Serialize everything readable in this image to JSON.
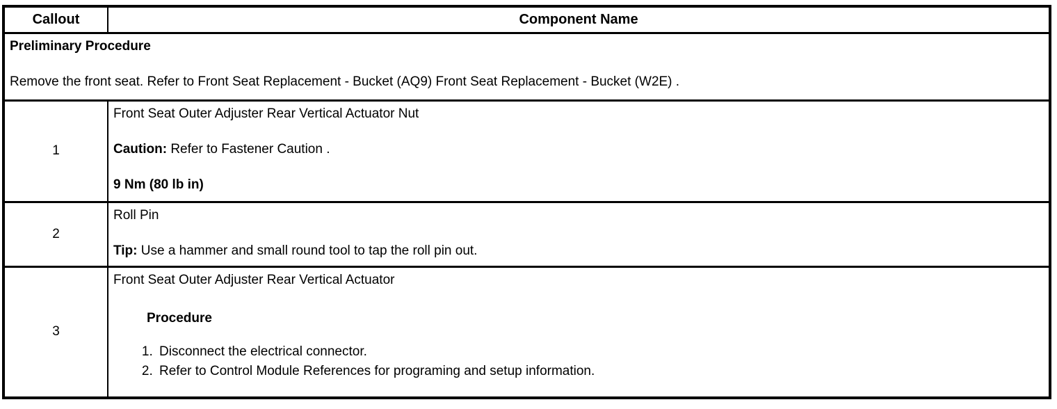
{
  "colors": {
    "border": "#000000",
    "text": "#000000",
    "background": "#ffffff"
  },
  "table": {
    "header": {
      "callout": "Callout",
      "component": "Component Name"
    },
    "preliminary": {
      "title": "Preliminary Procedure",
      "text": "Remove the front seat. Refer to Front Seat Replacement - Bucket (AQ9) Front Seat Replacement - Bucket (W2E) ."
    },
    "rows": [
      {
        "callout": "1",
        "name": "Front Seat Outer Adjuster Rear Vertical Actuator Nut",
        "note_label": "Caution:",
        "note_text": " Refer to Fastener Caution .",
        "torque": "9 Nm (80 lb in)"
      },
      {
        "callout": "2",
        "name": "Roll Pin",
        "note_label": "Tip:",
        "note_text": " Use a hammer and small round tool to tap the roll pin out."
      },
      {
        "callout": "3",
        "name": "Front Seat Outer Adjuster Rear Vertical Actuator",
        "procedure_title": "Procedure",
        "steps": [
          "Disconnect the electrical connector.",
          "Refer to Control Module References for programing and setup information."
        ]
      }
    ]
  }
}
